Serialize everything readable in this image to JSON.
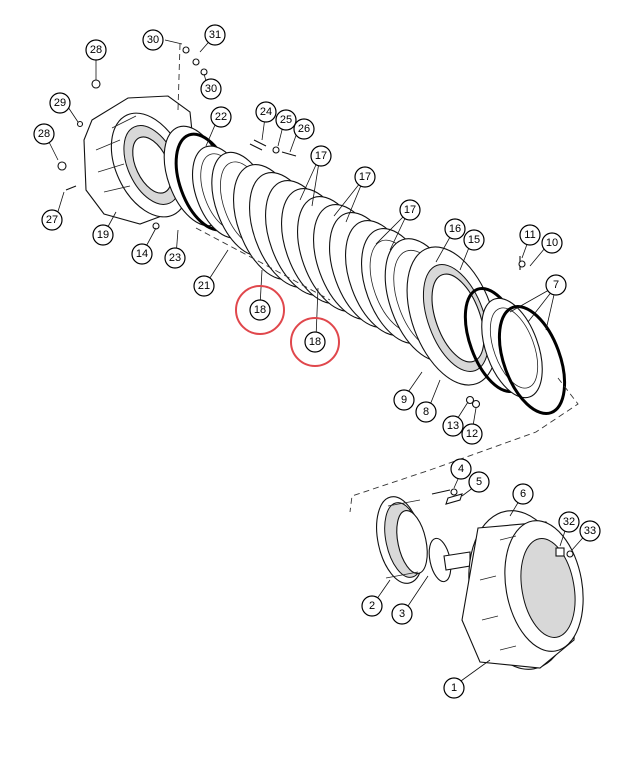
{
  "callouts": [
    {
      "id": "c30a",
      "label": "30"
    },
    {
      "id": "c31",
      "label": "31"
    },
    {
      "id": "c30b",
      "label": "30"
    },
    {
      "id": "c28a",
      "label": "28"
    },
    {
      "id": "c29",
      "label": "29"
    },
    {
      "id": "c28b",
      "label": "28"
    },
    {
      "id": "c27",
      "label": "27"
    },
    {
      "id": "c22",
      "label": "22"
    },
    {
      "id": "c24",
      "label": "24"
    },
    {
      "id": "c25",
      "label": "25"
    },
    {
      "id": "c26",
      "label": "26"
    },
    {
      "id": "c17a",
      "label": "17"
    },
    {
      "id": "c17b",
      "label": "17"
    },
    {
      "id": "c17c",
      "label": "17"
    },
    {
      "id": "c19",
      "label": "19"
    },
    {
      "id": "c14",
      "label": "14"
    },
    {
      "id": "c23",
      "label": "23"
    },
    {
      "id": "c21",
      "label": "21"
    },
    {
      "id": "c16",
      "label": "16"
    },
    {
      "id": "c15",
      "label": "15"
    },
    {
      "id": "c11",
      "label": "11"
    },
    {
      "id": "c10",
      "label": "10"
    },
    {
      "id": "c7",
      "label": "7"
    },
    {
      "id": "c18a",
      "label": "18"
    },
    {
      "id": "c18b",
      "label": "18"
    },
    {
      "id": "c9",
      "label": "9"
    },
    {
      "id": "c8",
      "label": "8"
    },
    {
      "id": "c13",
      "label": "13"
    },
    {
      "id": "c12",
      "label": "12"
    },
    {
      "id": "c4",
      "label": "4"
    },
    {
      "id": "c5",
      "label": "5"
    },
    {
      "id": "c6",
      "label": "6"
    },
    {
      "id": "c32",
      "label": "32"
    },
    {
      "id": "c33",
      "label": "33"
    },
    {
      "id": "c2",
      "label": "2"
    },
    {
      "id": "c3",
      "label": "3"
    },
    {
      "id": "c1",
      "label": "1"
    }
  ],
  "highlighted": [
    "c18a",
    "c18b"
  ],
  "colors": {
    "highlight": "#e0474c",
    "ink": "#111111",
    "background": "#ffffff"
  }
}
